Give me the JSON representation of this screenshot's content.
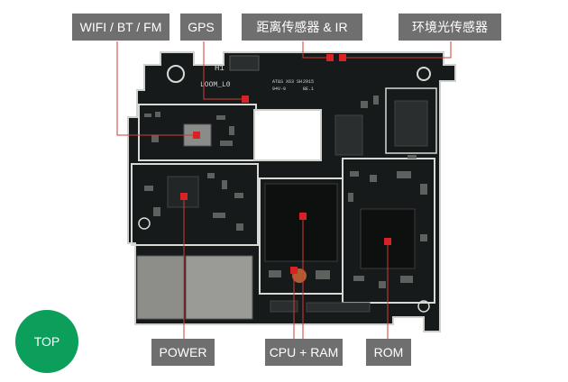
{
  "labels": {
    "wifi": "WIFI / BT / FM",
    "gps": "GPS",
    "proximity": "距离传感器 & IR",
    "ambient": "环境光传感器",
    "power": "POWER",
    "cpu_ram": "CPU + RAM",
    "rom": "ROM"
  },
  "badge": {
    "top": "TOP"
  },
  "board_marks": {
    "silk_main": "LOOM_L0",
    "silk_h1": "H1",
    "silk_code1": "AT&S X63 SH",
    "silk_code2": "94V-0",
    "silk_code3": "2915",
    "silk_code4": "BE.1"
  },
  "colors": {
    "board": "#161a1a",
    "trace": "#d8dad6",
    "leader_line": "#d43a34",
    "marker": "#d82226",
    "label_bg": "#6f6f6f",
    "badge": "#0c9f5c"
  }
}
